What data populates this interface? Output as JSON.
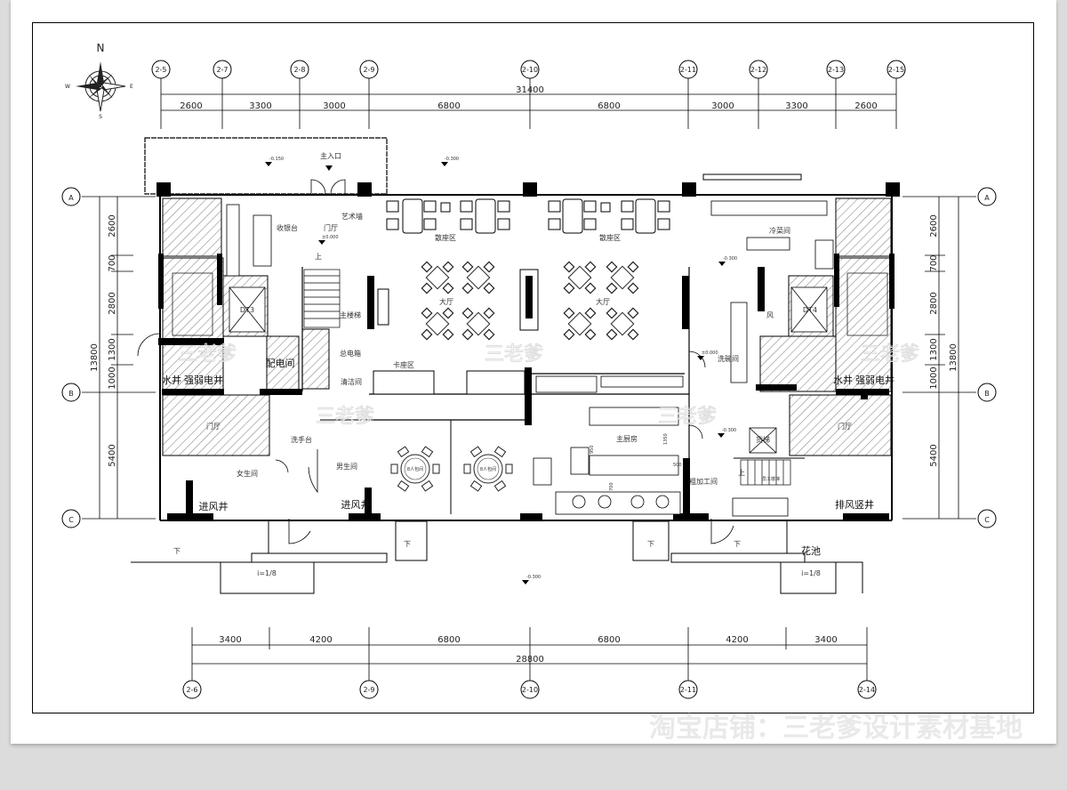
{
  "compass": {
    "n": "N",
    "s": "S",
    "e": "E",
    "w": "W"
  },
  "axes_top": [
    "2-5",
    "2-7",
    "2-8",
    "2-9",
    "2-10",
    "2-11",
    "2-12",
    "2-13",
    "2-15"
  ],
  "axes_bottom": [
    "2-6",
    "2-9",
    "2-10",
    "2-11",
    "2-14"
  ],
  "axes_side": [
    "A",
    "B",
    "C"
  ],
  "dims_top": {
    "total": "31400",
    "segments": [
      "2600",
      "3300",
      "3000",
      "6800",
      "6800",
      "3000",
      "3300",
      "2600"
    ]
  },
  "dims_bottom": {
    "total": "28800",
    "segments": [
      "3400",
      "4200",
      "6800",
      "6800",
      "4200",
      "3400"
    ]
  },
  "dims_side": {
    "total": "13800",
    "segments": [
      "2600",
      "700",
      "2800",
      "1300",
      "1000",
      "5400"
    ]
  },
  "rooms": {
    "main_entrance": "主入口",
    "art_wall": "艺术墙",
    "cashier": "收银台",
    "foyer_center": "门厅",
    "open_seating_1": "散座区",
    "open_seating_2": "散座区",
    "hall_1": "大厅",
    "hall_2": "大厅",
    "main_stair": "主楼梯",
    "main_panel": "总电箱",
    "booth_area": "卡座区",
    "cleaning_room": "清洁间",
    "power_room": "配电间",
    "water_shaft_left": "水井",
    "elec_shaft_left": "强弱电井",
    "elevator_left": "DT3",
    "foyer_left": "门厅",
    "wash_basin": "洗手台",
    "womens_room": "女生间",
    "mens_room": "男生间",
    "air_intake_1": "进风井",
    "air_intake_2": "进风井",
    "private_room_1": "8人包间",
    "private_room_2": "8人包间",
    "cold_dish_room": "冷菜间",
    "dishwash_room": "洗碗间",
    "main_kitchen": "主厨房",
    "prep_room": "粗加工间",
    "freight_lift": "货梯",
    "staff_stair": "员工楼梯",
    "elevator_right": "DT4",
    "air_right": "风",
    "water_shaft_right": "水井",
    "elec_shaft_right": "强弱电井",
    "foyer_right": "门厅",
    "exhaust_shaft": "排风竖井",
    "flower_bed": "花池",
    "ramp_left": "i=1/8",
    "ramp_right": "i=1/8",
    "down_1": "下",
    "down_2": "下",
    "down_3": "下",
    "down_4": "下",
    "up_1": "上",
    "up_2": "上"
  },
  "elevations": {
    "e1": "-0.150",
    "e2": "-0.300",
    "e3": "±0.000",
    "e4": "-0.300",
    "e5": "±0.000",
    "e6": "-0.300",
    "e7": "-0.300"
  },
  "kitchen_dims": {
    "d1": "950",
    "d2": "1350",
    "d3": "500",
    "d4": "700"
  },
  "watermark": {
    "main": "淘宝店铺：三老爹设计素材基地",
    "mark": "三老爹"
  }
}
